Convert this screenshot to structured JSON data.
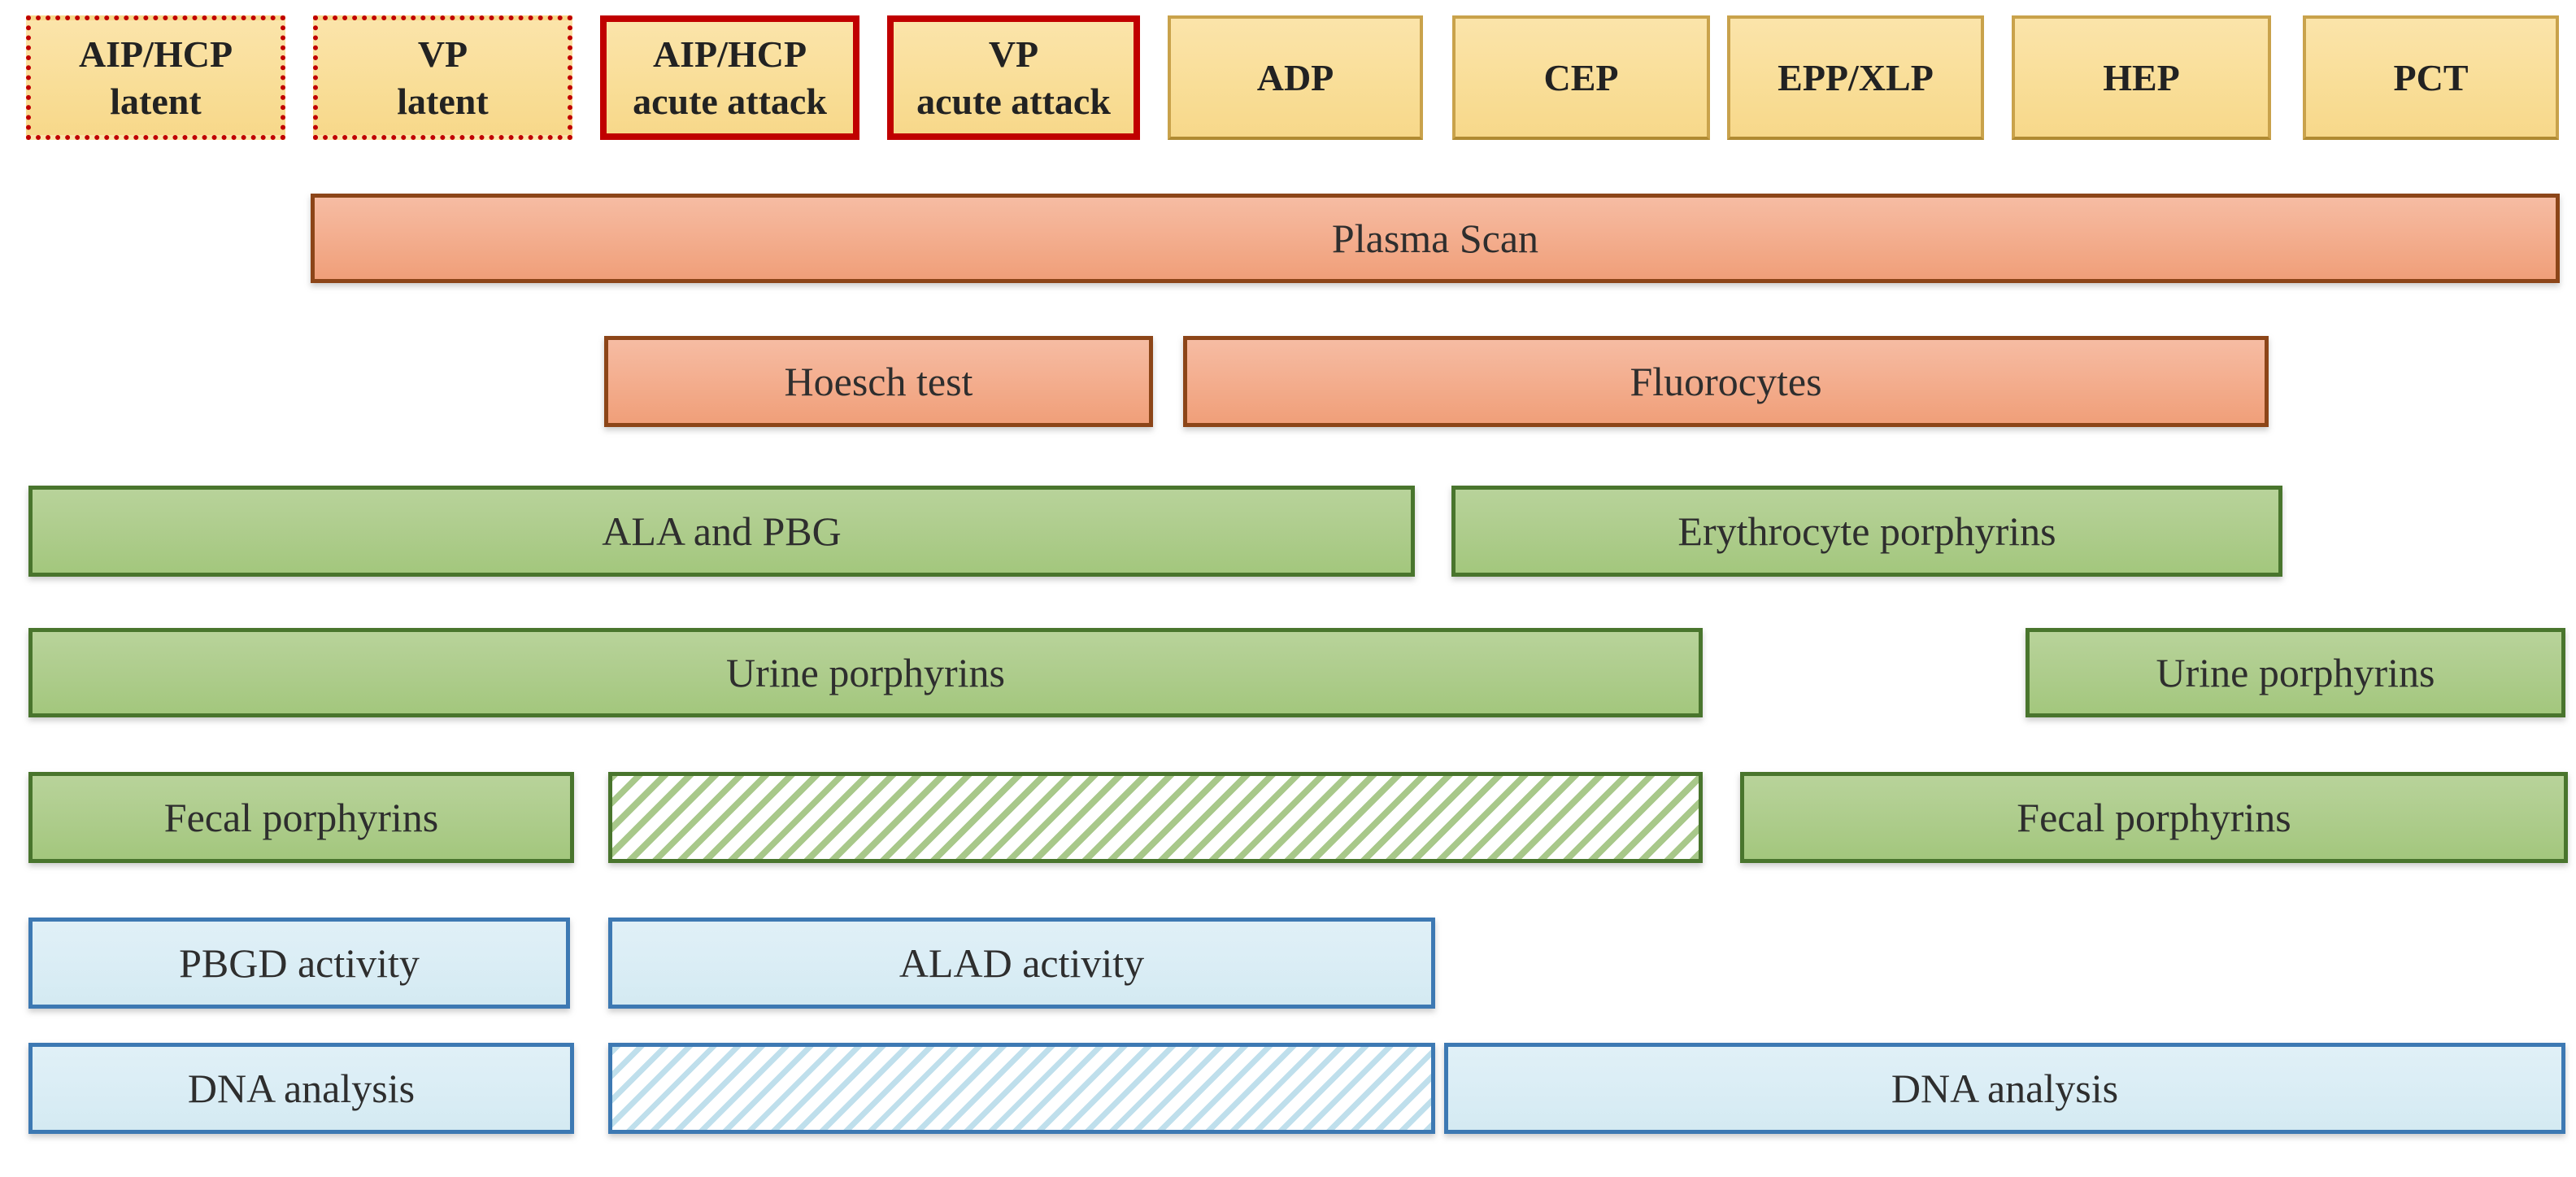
{
  "colors": {
    "box_fill": "#F9DE98",
    "box_border_gold": "#C9A24B",
    "box_border_red": "#C00000",
    "bar_orange": "#F3AC8C",
    "bar_orange_border": "#8C4518",
    "bar_green": "#ADCC8B",
    "bar_green_border": "#49752D",
    "bar_blue": "#DAEDF5",
    "bar_blue_border": "#3D79B3",
    "text": "#2E2E2E"
  },
  "disease_boxes": [
    {
      "label": "AIP/HCP\nlatent",
      "border": "dotted-red"
    },
    {
      "label": "VP\nlatent",
      "border": "dotted-red"
    },
    {
      "label": "AIP/HCP\nacute attack",
      "border": "solid-red"
    },
    {
      "label": "VP\nacute attack",
      "border": "solid-red"
    },
    {
      "label": "ADP",
      "border": "gold"
    },
    {
      "label": "CEP",
      "border": "gold"
    },
    {
      "label": "EPP/XLP",
      "border": "gold"
    },
    {
      "label": "HEP",
      "border": "gold"
    },
    {
      "label": "PCT",
      "border": "gold"
    }
  ],
  "test_bars": [
    {
      "label": "Plasma Scan",
      "color": "orange",
      "hatched": false
    },
    {
      "label": "Hoesch test",
      "color": "orange",
      "hatched": false
    },
    {
      "label": "Fluorocytes",
      "color": "orange",
      "hatched": false
    },
    {
      "label": "ALA and PBG",
      "color": "green",
      "hatched": false
    },
    {
      "label": "Erythrocyte porphyrins",
      "color": "green",
      "hatched": false
    },
    {
      "label": "Urine porphyrins",
      "color": "green",
      "hatched": false
    },
    {
      "label": "Urine porphyrins",
      "color": "green",
      "hatched": false
    },
    {
      "label": "Fecal porphyrins",
      "color": "green",
      "hatched": false
    },
    {
      "label": "",
      "color": "green",
      "hatched": true
    },
    {
      "label": "Fecal porphyrins",
      "color": "green",
      "hatched": false
    },
    {
      "label": "PBGD activity",
      "color": "blue",
      "hatched": false
    },
    {
      "label": "ALAD activity",
      "color": "blue",
      "hatched": false
    },
    {
      "label": "DNA analysis",
      "color": "blue",
      "hatched": false
    },
    {
      "label": "",
      "color": "blue",
      "hatched": true
    },
    {
      "label": "DNA analysis",
      "color": "blue",
      "hatched": false
    }
  ]
}
